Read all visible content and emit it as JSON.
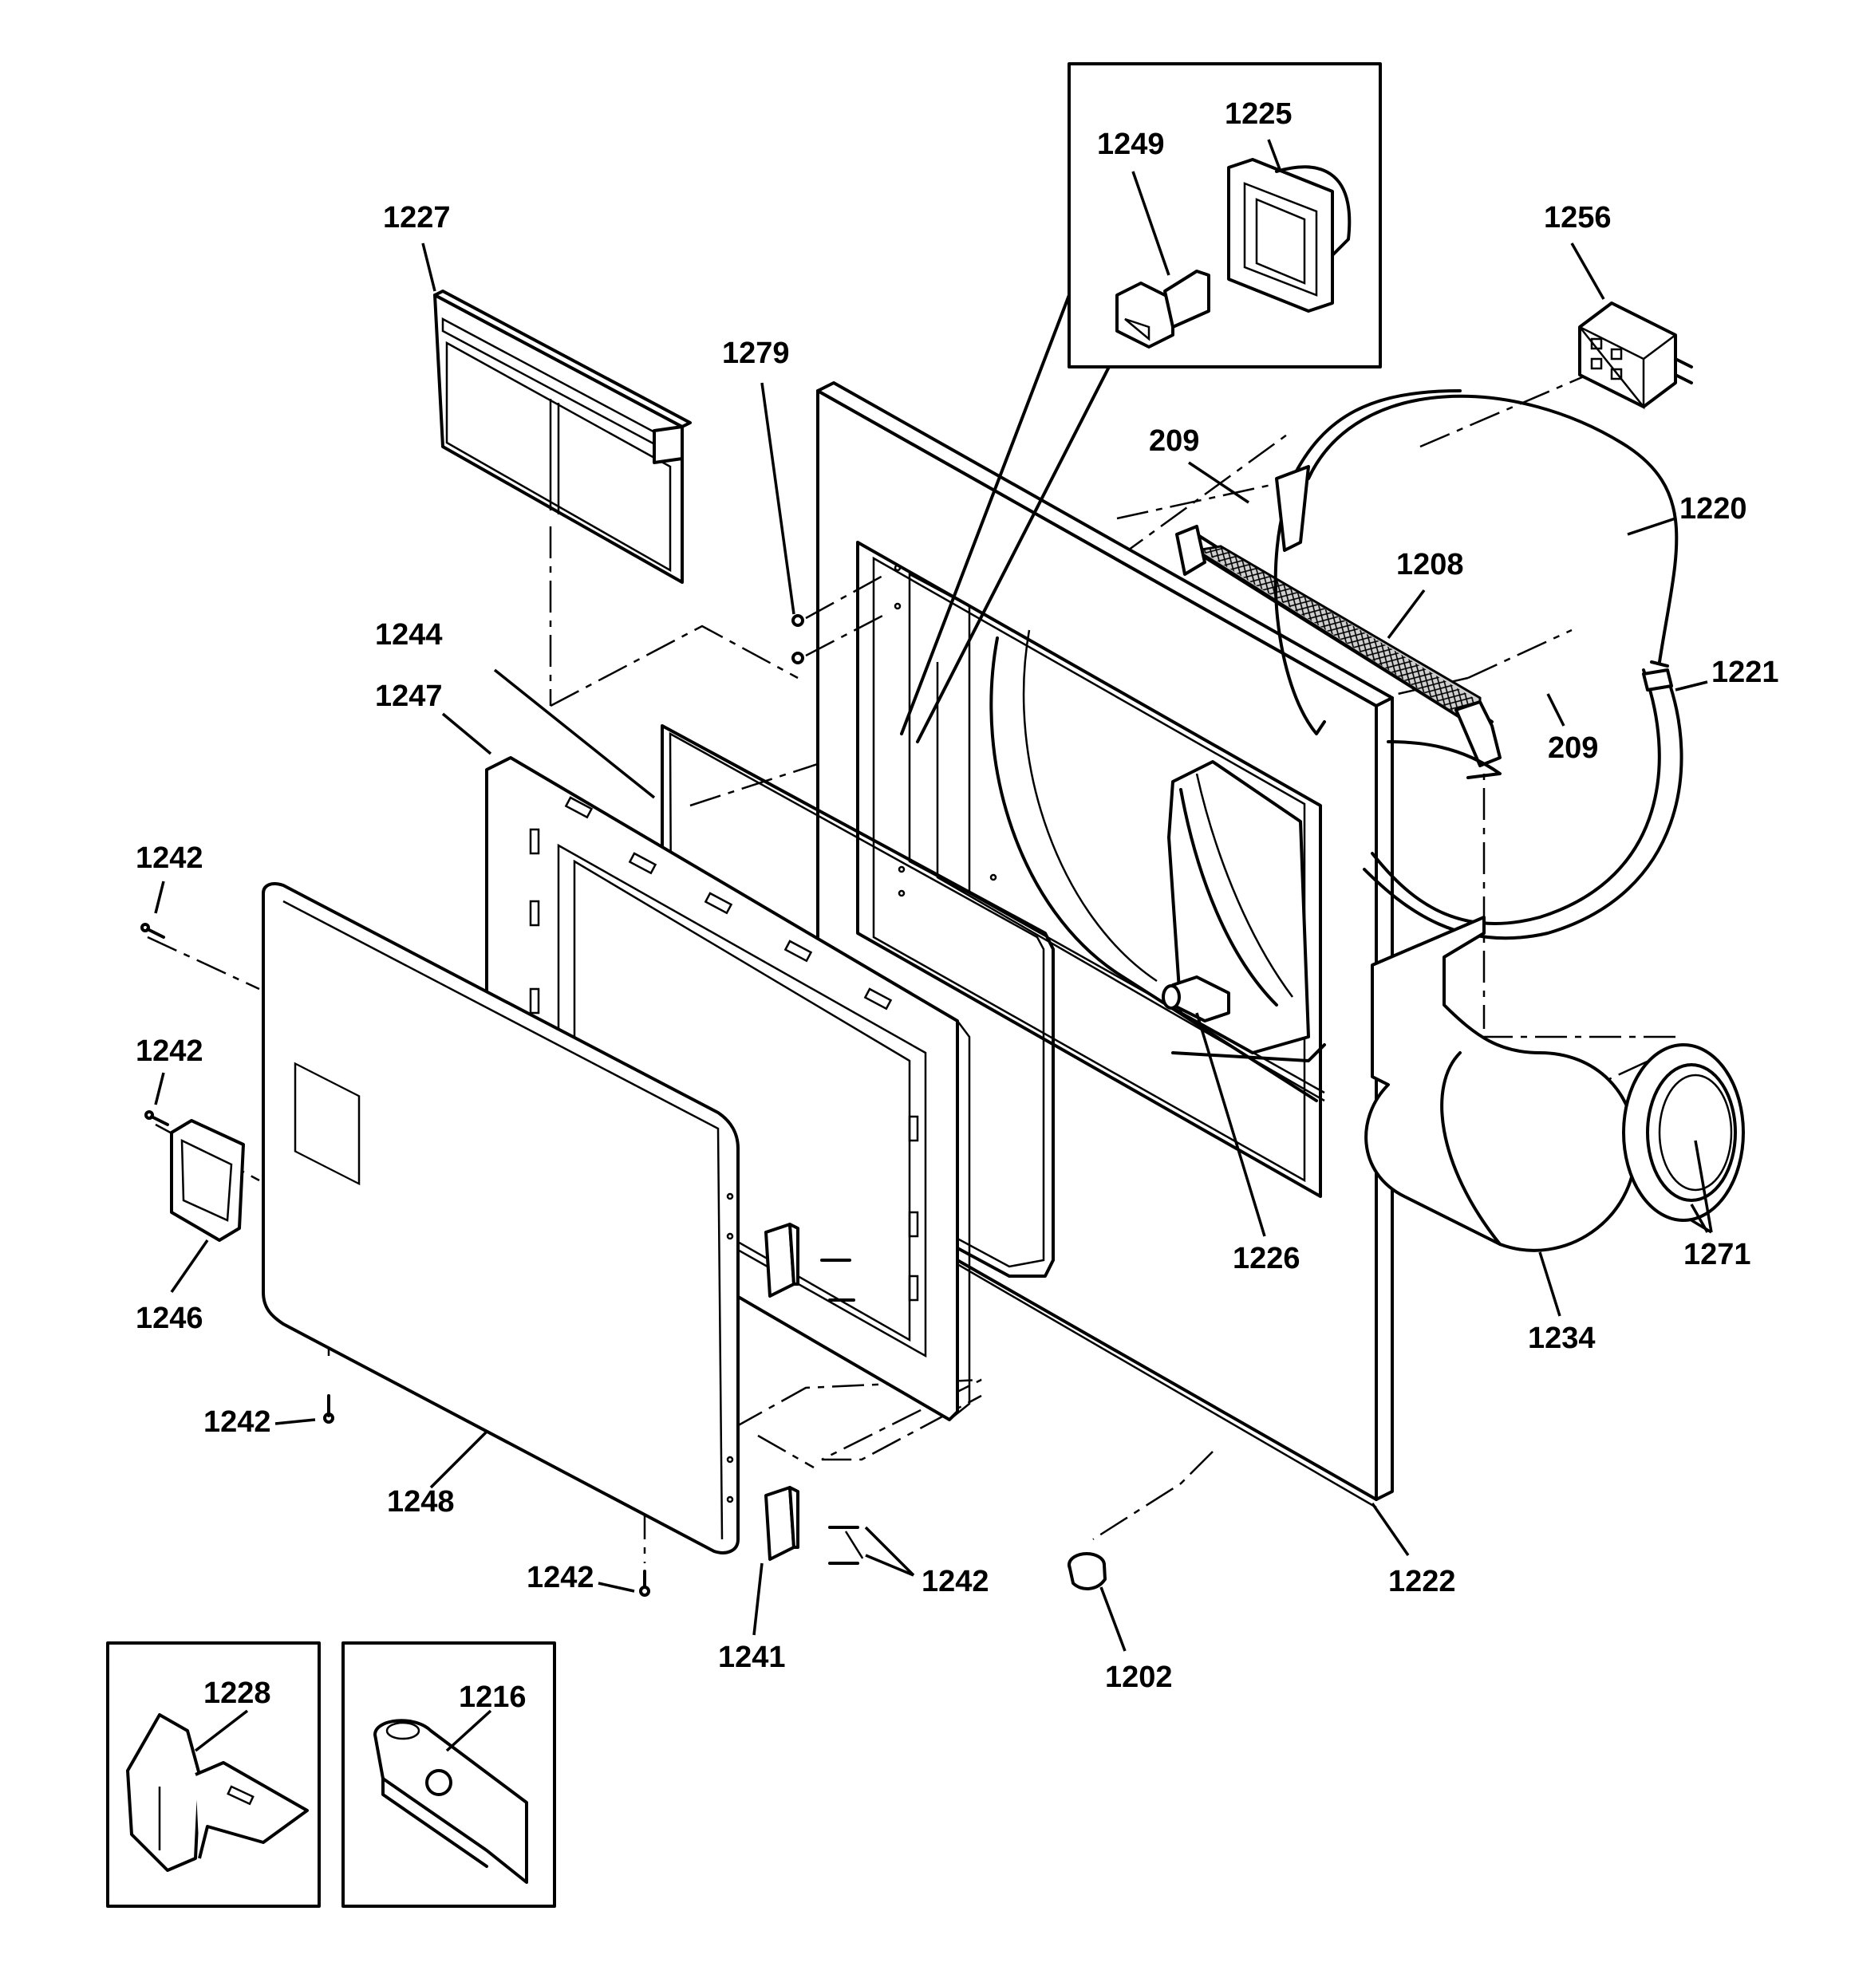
{
  "callouts": [
    {
      "id": "1227",
      "text": "1227"
    },
    {
      "id": "1279",
      "text": "1279"
    },
    {
      "id": "1249",
      "text": "1249"
    },
    {
      "id": "1225",
      "text": "1225"
    },
    {
      "id": "1256",
      "text": "1256"
    },
    {
      "id": "209a",
      "text": "209"
    },
    {
      "id": "1220",
      "text": "1220"
    },
    {
      "id": "1208",
      "text": "1208"
    },
    {
      "id": "1221",
      "text": "1221"
    },
    {
      "id": "209b",
      "text": "209"
    },
    {
      "id": "1244",
      "text": "1244"
    },
    {
      "id": "1247",
      "text": "1247"
    },
    {
      "id": "1242a",
      "text": "1242"
    },
    {
      "id": "1242b",
      "text": "1242"
    },
    {
      "id": "1246",
      "text": "1246"
    },
    {
      "id": "1242c",
      "text": "1242"
    },
    {
      "id": "1248",
      "text": "1248"
    },
    {
      "id": "1242d",
      "text": "1242"
    },
    {
      "id": "1242e",
      "text": "1242"
    },
    {
      "id": "1241",
      "text": "1241"
    },
    {
      "id": "1226",
      "text": "1226"
    },
    {
      "id": "1234",
      "text": "1234"
    },
    {
      "id": "1271",
      "text": "1271"
    },
    {
      "id": "1222",
      "text": "1222"
    },
    {
      "id": "1202",
      "text": "1202"
    },
    {
      "id": "1228",
      "text": "1228"
    },
    {
      "id": "1216",
      "text": "1216"
    }
  ]
}
